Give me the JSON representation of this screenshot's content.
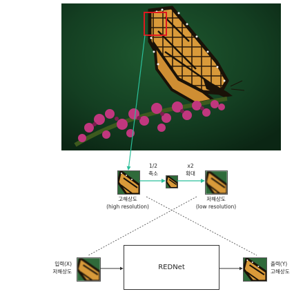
{
  "labels": {
    "downscale_ratio": "1/2",
    "downscale_word": "축소",
    "upscale_ratio": "x2",
    "upscale_word": "확대",
    "high_res_kr": "고해상도",
    "high_res_en": "(high resolution)",
    "low_res_kr": "저해상도",
    "low_res_en": "(low resolution)",
    "input_line1": "입력(X)",
    "input_line2": "저해상도",
    "output_line1": "출력(Y)",
    "output_line2": "고해상도",
    "model_name": "REDNet"
  },
  "colors": {
    "highlight_box": "#e0181f",
    "green_arrow": "#2bbf9a",
    "dashed_line": "#555555",
    "background_photo": "#123d22",
    "flower": "#c0377e"
  },
  "icons": {
    "arrow": "arrow-right-icon"
  }
}
